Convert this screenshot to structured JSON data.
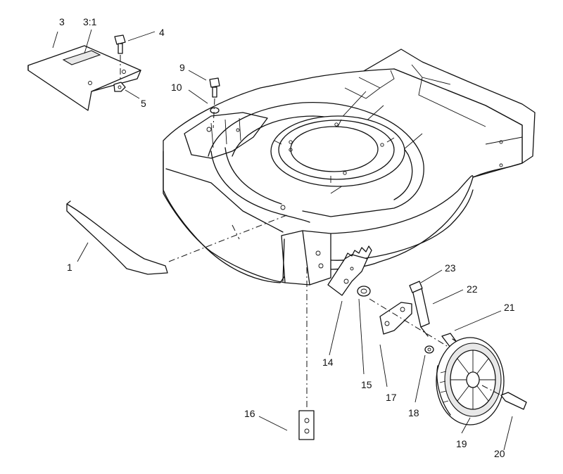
{
  "callouts": [
    {
      "id": "1",
      "text": "1"
    },
    {
      "id": "3",
      "text": "3"
    },
    {
      "id": "3-1",
      "text": "3:1"
    },
    {
      "id": "4",
      "text": "4"
    },
    {
      "id": "5",
      "text": "5"
    },
    {
      "id": "9",
      "text": "9"
    },
    {
      "id": "10",
      "text": "10"
    },
    {
      "id": "14",
      "text": "14"
    },
    {
      "id": "15",
      "text": "15"
    },
    {
      "id": "16",
      "text": "16"
    },
    {
      "id": "17",
      "text": "17"
    },
    {
      "id": "18",
      "text": "18"
    },
    {
      "id": "19",
      "text": "19"
    },
    {
      "id": "20",
      "text": "20"
    },
    {
      "id": "21",
      "text": "21"
    },
    {
      "id": "22",
      "text": "22"
    },
    {
      "id": "23",
      "text": "23"
    }
  ]
}
